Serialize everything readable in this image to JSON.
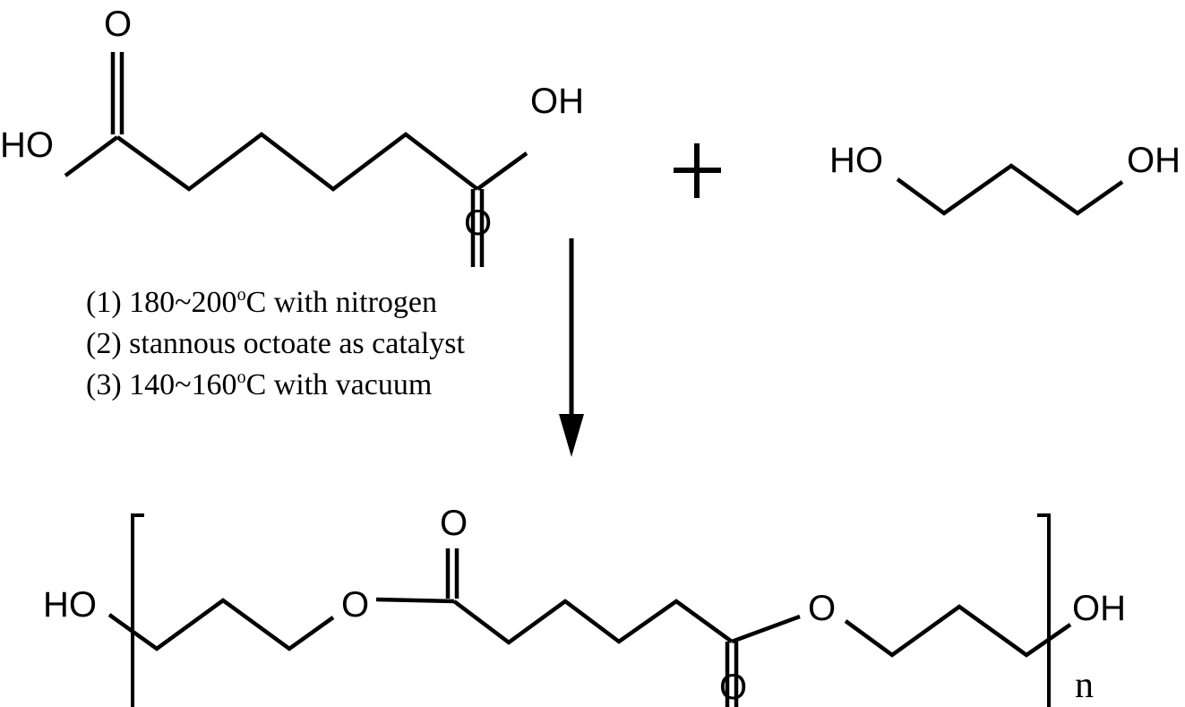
{
  "figure": {
    "type": "reaction-scheme",
    "description": "Polycondensation of adipic acid and 1,3-propanediol to poly(propylene adipate)"
  },
  "reactants": [
    {
      "name": "adipic acid",
      "labels": {
        "oxygen_top": "O",
        "left_hydroxyl": "HO",
        "right_hydroxyl": "OH",
        "oxygen_bottom": "O"
      }
    },
    {
      "name": "1,3-propanediol",
      "labels": {
        "left_hydroxyl": "HO",
        "right_hydroxyl": "OH"
      }
    }
  ],
  "operator": {
    "plus": "+"
  },
  "conditions": [
    {
      "step": "(1)",
      "text": "180~200",
      "degree": "o",
      "rest": "C with nitrogen"
    },
    {
      "step": "(2)",
      "text": "stannous octoate as catalyst",
      "degree": "",
      "rest": ""
    },
    {
      "step": "(3)",
      "text": "140~160",
      "degree": "o",
      "rest": "C with vacuum"
    }
  ],
  "product": {
    "name": "poly(propylene adipate)",
    "labels": {
      "left_end": "HO",
      "ester_o_left": "O",
      "carbonyl_o_top": "O",
      "carbonyl_o_bottom": "O",
      "ester_o_right": "O",
      "right_end": "OH",
      "repeat_subscript": "n"
    }
  },
  "colors": {
    "ink": "#000000",
    "background": "#ffffff"
  }
}
